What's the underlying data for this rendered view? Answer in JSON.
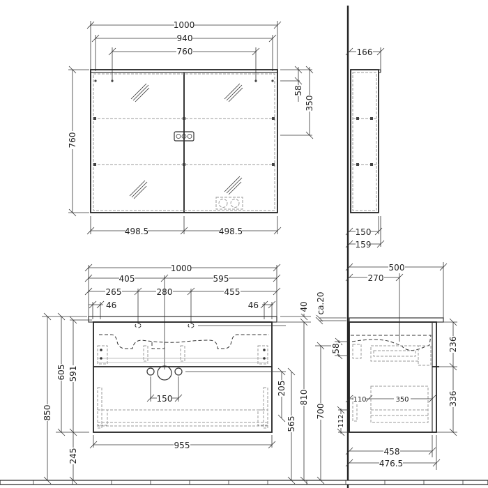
{
  "drawing": {
    "type": "technical dimension drawing",
    "units": "mm"
  },
  "mirror_cabinet_front": {
    "dims": {
      "overall_width": "1000",
      "inner_width": "940",
      "hole_spacing": "760",
      "height": "760",
      "top_to_hole": "58",
      "top_to_socket": "350",
      "door_left_width": "498.5",
      "door_right_width": "498.5"
    }
  },
  "mirror_cabinet_side": {
    "dims": {
      "depth_top": "166",
      "depth_body": "150",
      "depth_total": "159"
    }
  },
  "vanity_front": {
    "dims": {
      "overall_width": "1000",
      "left_to_tap_center": "405",
      "tap_center_to_right": "595",
      "left_to_tap1": "265",
      "tap_spacing": "280",
      "tap2_to_right": "455",
      "left_edge_inset": "46",
      "right_edge_inset": "46",
      "counter_thickness": "40",
      "counter_overhang": "ca.20",
      "floor_to_top": "850",
      "cabinet_height_605": "605",
      "cabinet_height_591": "591",
      "floor_clearance": "245",
      "cabinet_width": "955",
      "drain_spacing": "150",
      "drain_drop": "205",
      "floor_to_drain": "565",
      "floor_to_counter_underside": "810",
      "floor_to_wall_fix": "700"
    }
  },
  "vanity_side": {
    "dims": {
      "depth": "500",
      "wall_to_tap": "270",
      "wall_bracket_height": "58",
      "top_drawer_height": "236",
      "bottom_drawer_height": "336",
      "wall_to_drawer": "110",
      "drawer_depth": "350",
      "bracket_height": "112",
      "cabinet_depth": "458",
      "total_depth": "476.5"
    }
  }
}
